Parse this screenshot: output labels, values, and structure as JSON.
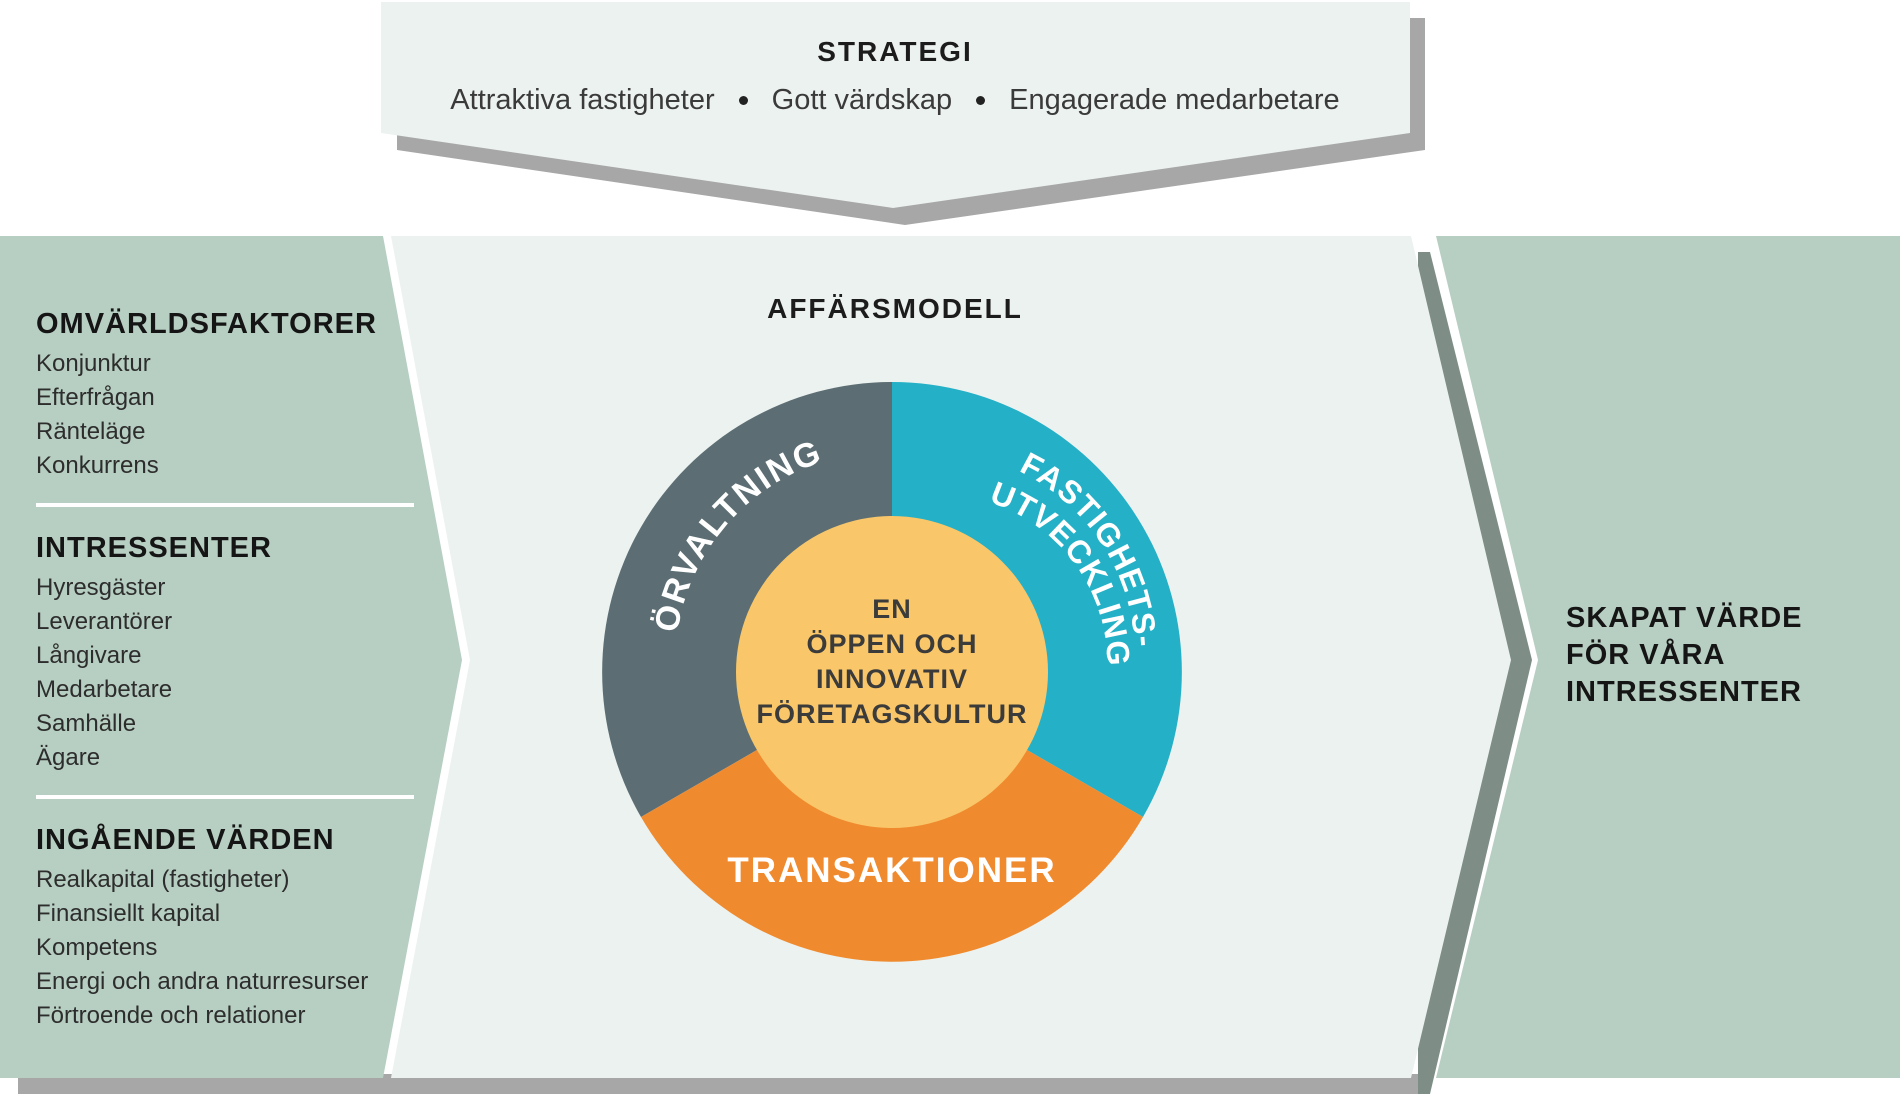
{
  "strategy": {
    "title": "STRATEGI",
    "items": [
      "Attraktiva fastigheter",
      "Gott värdskap",
      "Engagerade medarbetare"
    ]
  },
  "left_panel": {
    "sections": [
      {
        "title": "OMVÄRLDSFAKTORER",
        "items": [
          "Konjunktur",
          "Efterfrågan",
          "Ränteläge",
          "Konkurrens"
        ]
      },
      {
        "title": "INTRESSENTER",
        "items": [
          "Hyresgäster",
          "Leverantörer",
          "Långivare",
          "Medarbetare",
          "Samhälle",
          "Ägare"
        ]
      },
      {
        "title": "INGÅENDE VÄRDEN",
        "items": [
          "Realkapital (fastigheter)",
          "Finansiellt kapital",
          "Kompetens",
          "Energi och andra naturresurser",
          "Förtroende och relationer"
        ]
      }
    ]
  },
  "business_model": {
    "title": "AFFÄRSMODELL",
    "segments": {
      "management": "FÖRVALTNING",
      "development_line1": "FASTIGHETS-",
      "development_line2": "UTVECKLING",
      "transactions": "TRANSAKTIONER"
    },
    "core_lines": [
      "EN",
      "ÖPPEN OCH",
      "INNOVATIV",
      "FÖRETAGSKULTUR"
    ]
  },
  "outcome": {
    "lines": [
      "SKAPAT VÄRDE",
      "FÖR VÅRA",
      "INTRESSENTER"
    ]
  },
  "colors": {
    "management": "#5c6e73",
    "development": "#24b0c6",
    "transactions": "#f08a2e",
    "core": "#f9c769",
    "side_panels": "#b7cfc2",
    "center_panel": "#ecf2f0",
    "shadow": "#a7a7a7"
  }
}
